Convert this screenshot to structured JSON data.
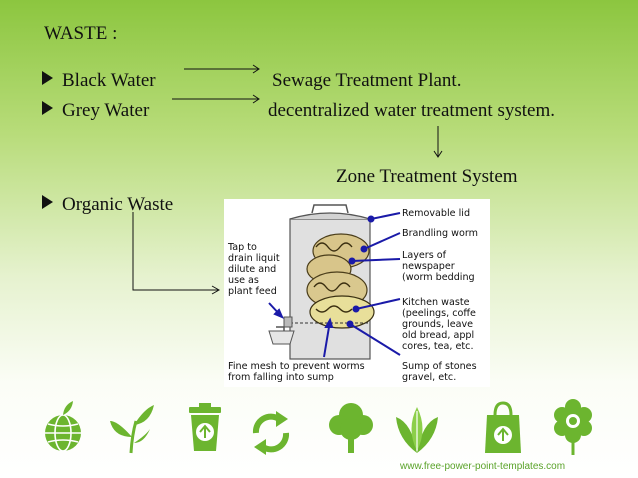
{
  "slide": {
    "heading": "WASTE :",
    "items": [
      {
        "label": "Black Water",
        "target": "Sewage Treatment Plant."
      },
      {
        "label": "Grey Water",
        "target": "decentralized water treatment system."
      }
    ],
    "zone": "Zone Treatment System",
    "organic": "Organic Waste"
  },
  "diagram": {
    "labels": {
      "lid": "Removable lid",
      "worms": "Brandling worm",
      "layers_1": "Layers of",
      "layers_2": "newspaper",
      "layers_3": "(worm bedding",
      "tap_1": "Tap to",
      "tap_2": "drain liquit",
      "tap_3": "dilute and",
      "tap_4": "use as",
      "tap_5": "plant feed",
      "kitchen_1": "Kitchen waste",
      "kitchen_2": "(peelings, coffe",
      "kitchen_3": "grounds, leave",
      "kitchen_4": "old bread, appl",
      "kitchen_5": "cores, tea, etc.",
      "mesh_1": "Fine mesh to prevent worms",
      "mesh_2": "from falling into sump",
      "sump_1": "Sump of stones",
      "sump_2": "gravel, etc."
    }
  },
  "footer": "www.free-power-point-templates.com",
  "icons": [
    "globe-leaf-icon",
    "sprout-icon",
    "recycle-bin-icon",
    "recycle-arrows-icon",
    "tree-icon",
    "leaves-icon",
    "recycle-bag-icon",
    "flower-icon"
  ],
  "colors": {
    "green": "#5aa32a",
    "arrow_blue": "#1a1aa8",
    "icon_green": "#6cb52f"
  }
}
